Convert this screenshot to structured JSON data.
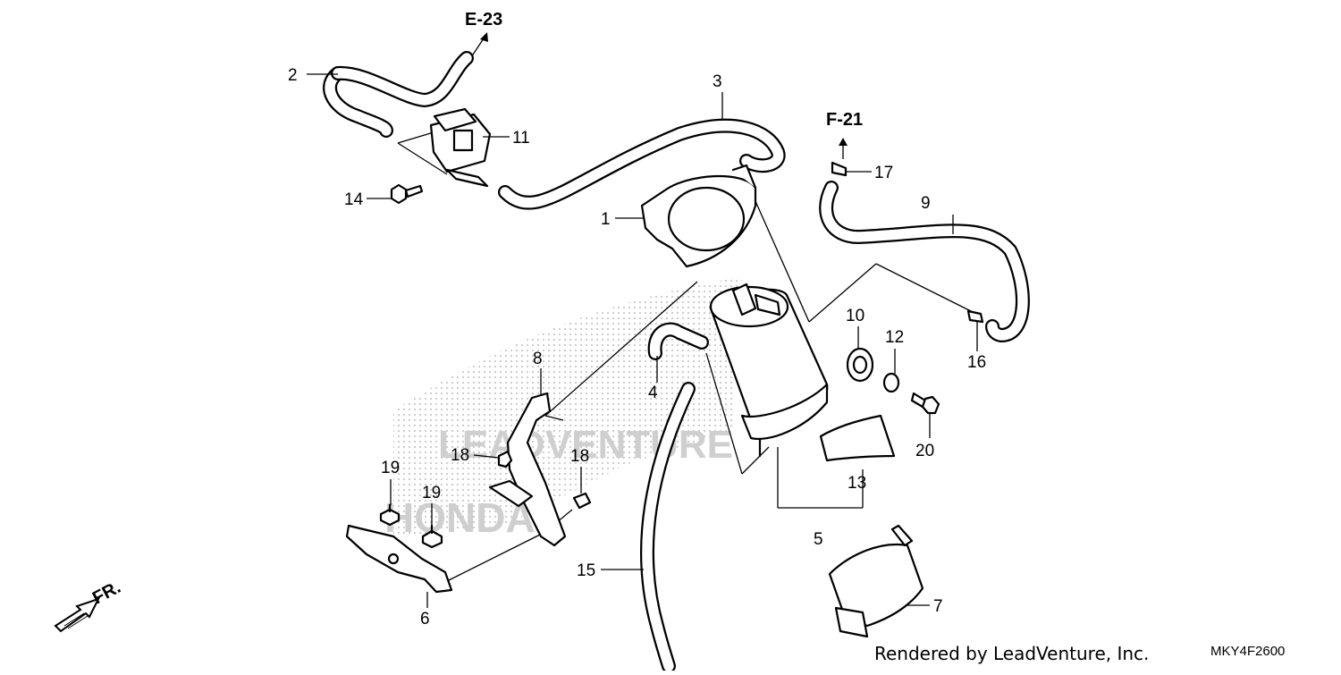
{
  "references": {
    "e23": "E-23",
    "f21": "F-21"
  },
  "callouts": {
    "c1": "1",
    "c2": "2",
    "c3": "3",
    "c4": "4",
    "c5": "5",
    "c6": "6",
    "c7": "7",
    "c8": "8",
    "c9": "9",
    "c10": "10",
    "c11": "11",
    "c12": "12",
    "c13": "13",
    "c14": "14",
    "c15": "15",
    "c16": "16",
    "c17": "17",
    "c18a": "18",
    "c18b": "18",
    "c19a": "19",
    "c19b": "19",
    "c20": "20"
  },
  "direction_label": "FR.",
  "credit": "Rendered by LeadVenture, Inc.",
  "diagram_code": "MKY4F2600",
  "watermark": {
    "line1": "LEADVENTURE",
    "line2": "HONDA"
  }
}
